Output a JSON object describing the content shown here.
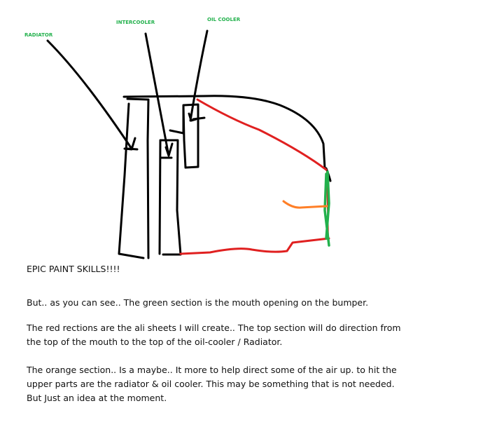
{
  "labels": {
    "radiator": "RADIATOR",
    "intercooler": "INTERCOOLER",
    "oil_cooler": "OIL COOLER"
  },
  "colors": {
    "outline": "#000000",
    "red": "#e02020",
    "green": "#22b14c",
    "orange": "#ff7f27"
  },
  "text": {
    "heading": "EPIC PAINT SKILLS!!!!",
    "p1": "But.. as you can see.. The green section is the mouth opening on the bumper.",
    "p2_l1": "The red rections are the ali sheets I will create.. The top section will do direction from",
    "p2_l2": "the top of the mouth to the top of the oil-cooler / Radiator.",
    "p3_l1": "The orange section.. Is a maybe.. It more to help direct some of the air up. to hit the",
    "p3_l2": "upper parts are the radiator & oil cooler. This may be something that is not needed.",
    "p3_l3": "But Just an idea at the moment."
  }
}
